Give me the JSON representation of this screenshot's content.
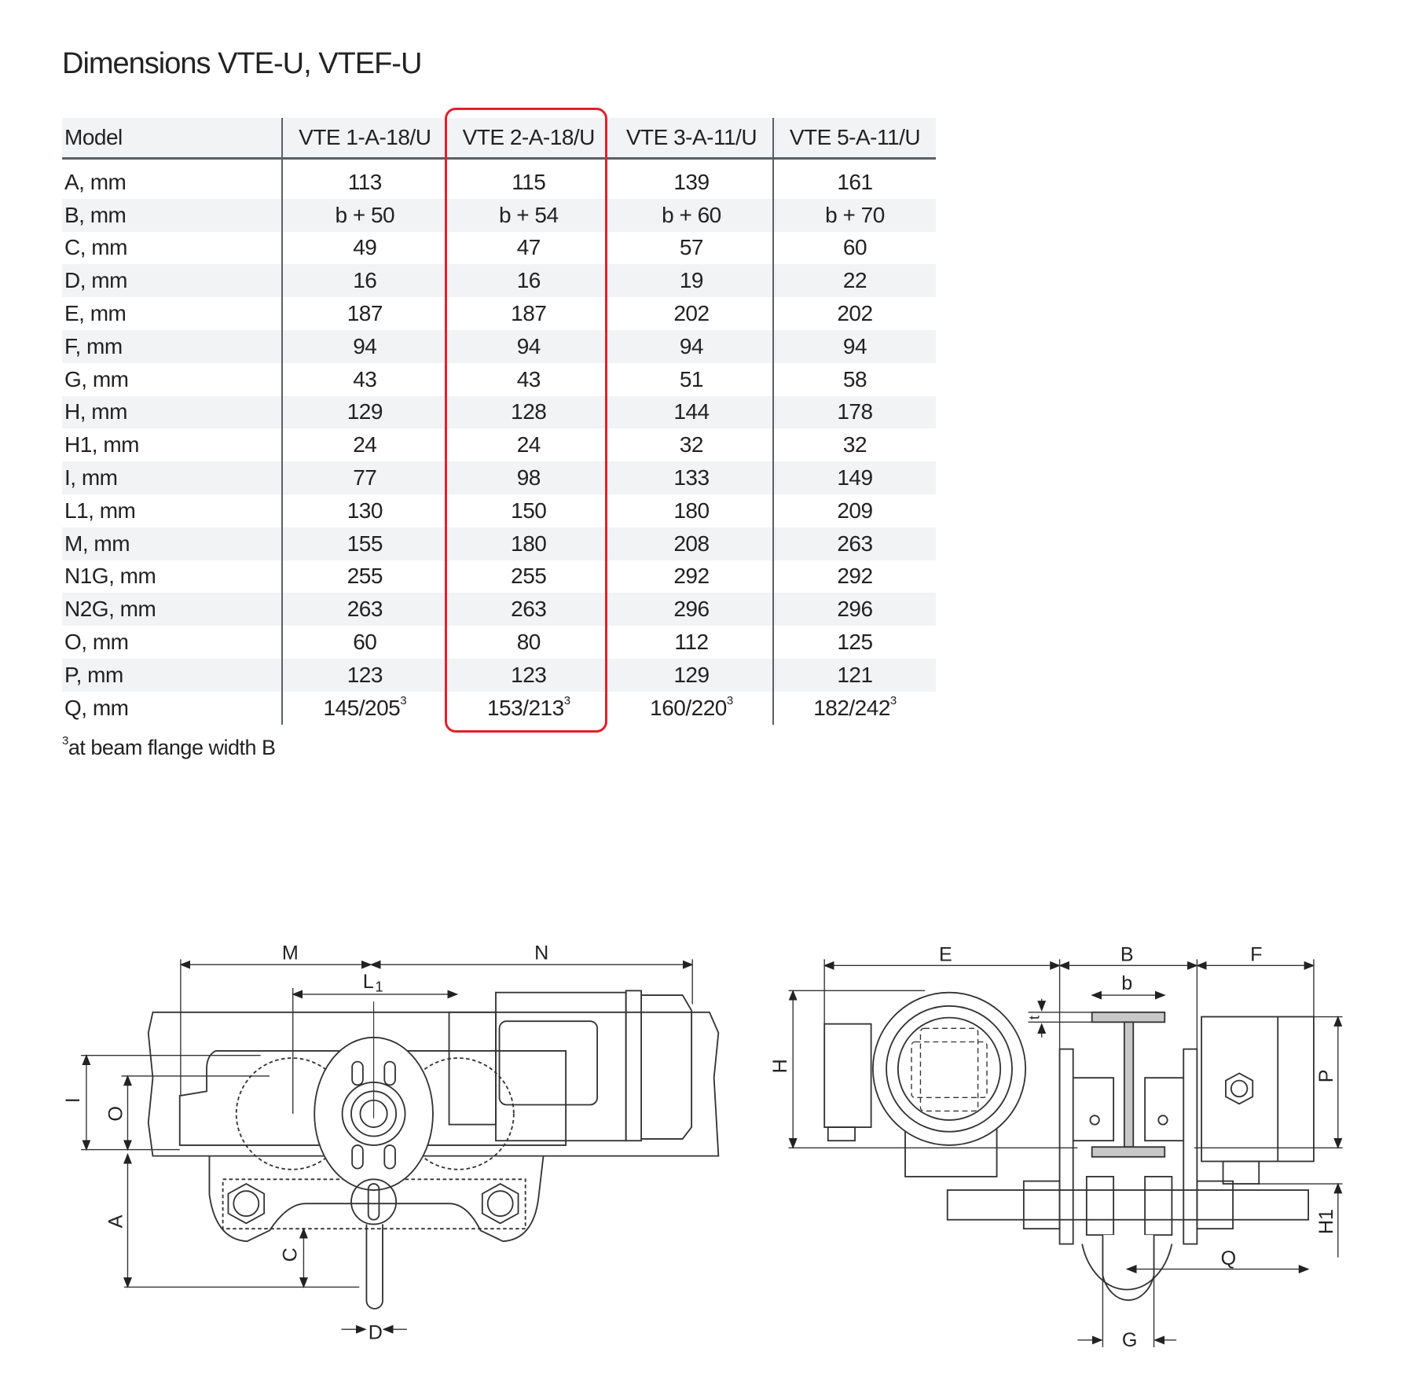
{
  "title": "Dimensions VTE-U, VTEF-U",
  "table": {
    "headers": [
      "Model",
      "VTE 1-A-18/U",
      "VTE 2-A-18/U",
      "VTE 3-A-11/U",
      "VTE 5-A-11/U"
    ],
    "highlighted_column": "VTE 2-A-18/U",
    "highlight_color": "#e3202a",
    "rows": [
      {
        "label": "A, mm",
        "v": [
          "113",
          "115",
          "139",
          "161"
        ]
      },
      {
        "label": "B, mm",
        "v": [
          "b + 50",
          "b + 54",
          "b + 60",
          "b + 70"
        ]
      },
      {
        "label": "C, mm",
        "v": [
          "49",
          "47",
          "57",
          "60"
        ]
      },
      {
        "label": "D, mm",
        "v": [
          "16",
          "16",
          "19",
          "22"
        ]
      },
      {
        "label": "E, mm",
        "v": [
          "187",
          "187",
          "202",
          "202"
        ]
      },
      {
        "label": "F, mm",
        "v": [
          "94",
          "94",
          "94",
          "94"
        ]
      },
      {
        "label": "G, mm",
        "v": [
          "43",
          "43",
          "51",
          "58"
        ]
      },
      {
        "label": "H, mm",
        "v": [
          "129",
          "128",
          "144",
          "178"
        ]
      },
      {
        "label": "H1, mm",
        "v": [
          "24",
          "24",
          "32",
          "32"
        ]
      },
      {
        "label": "I, mm",
        "v": [
          "77",
          "98",
          "133",
          "149"
        ]
      },
      {
        "label": "L1, mm",
        "v": [
          "130",
          "150",
          "180",
          "209"
        ]
      },
      {
        "label": "M, mm",
        "v": [
          "155",
          "180",
          "208",
          "263"
        ]
      },
      {
        "label": "N1G, mm",
        "v": [
          "255",
          "255",
          "292",
          "292"
        ]
      },
      {
        "label": "N2G, mm",
        "v": [
          "263",
          "263",
          "296",
          "296"
        ]
      },
      {
        "label": "O, mm",
        "v": [
          "60",
          "80",
          "112",
          "125"
        ]
      },
      {
        "label": "P, mm",
        "v": [
          "123",
          "123",
          "129",
          "121"
        ]
      },
      {
        "label": "Q, mm",
        "v": [
          "145/205",
          "153/213",
          "160/220",
          "182/242"
        ],
        "sup": "3"
      }
    ]
  },
  "footnote": {
    "mark": "3",
    "text": "at beam flange width B"
  },
  "diagram_labels": {
    "M": "M",
    "N": "N",
    "L1": "L",
    "L1_sub": "1",
    "I": "I",
    "O": "O",
    "A": "A",
    "C": "C",
    "D": "D",
    "E": "E",
    "B": "B",
    "b": "b",
    "F": "F",
    "t": "t",
    "H": "H",
    "P": "P",
    "H1": "H1",
    "Q": "Q",
    "G": "G"
  }
}
